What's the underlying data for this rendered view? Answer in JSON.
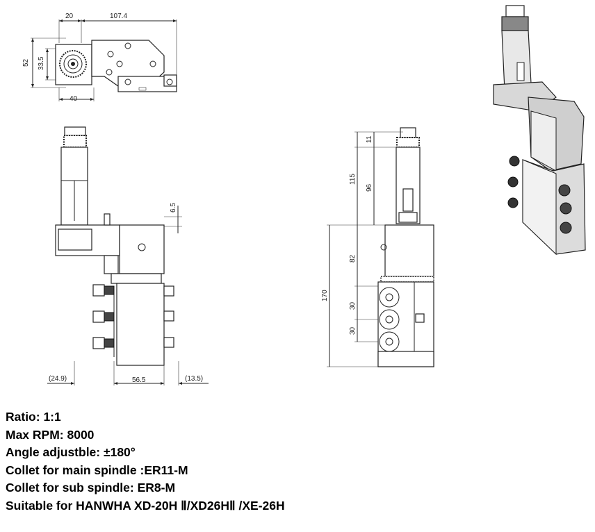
{
  "dimensions": {
    "top_view": {
      "d20": "20",
      "d107_4": "107.4",
      "d52": "52",
      "d33_5": "33.5",
      "d40": "40"
    },
    "front_view": {
      "d6_5": "6.5",
      "d24_9": "(24.9)",
      "d56_5": "56.5",
      "d13_5": "(13.5)"
    },
    "side_view": {
      "d11": "11",
      "d115": "115",
      "d96": "96",
      "d82": "82",
      "d170": "170",
      "d30a": "30",
      "d30b": "30"
    }
  },
  "specs": [
    "Ratio: 1:1",
    "Max RPM: 8000",
    "Angle adjustble: ±180°",
    "Collet for main spindle :ER11-M",
    "Collet for sub spindle: ER8-M",
    "Suitable for HANWHA XD-20H Ⅱ/XD26HⅡ /XE-26H"
  ],
  "colors": {
    "line": "#222222",
    "text": "#000000",
    "background": "#ffffff"
  }
}
